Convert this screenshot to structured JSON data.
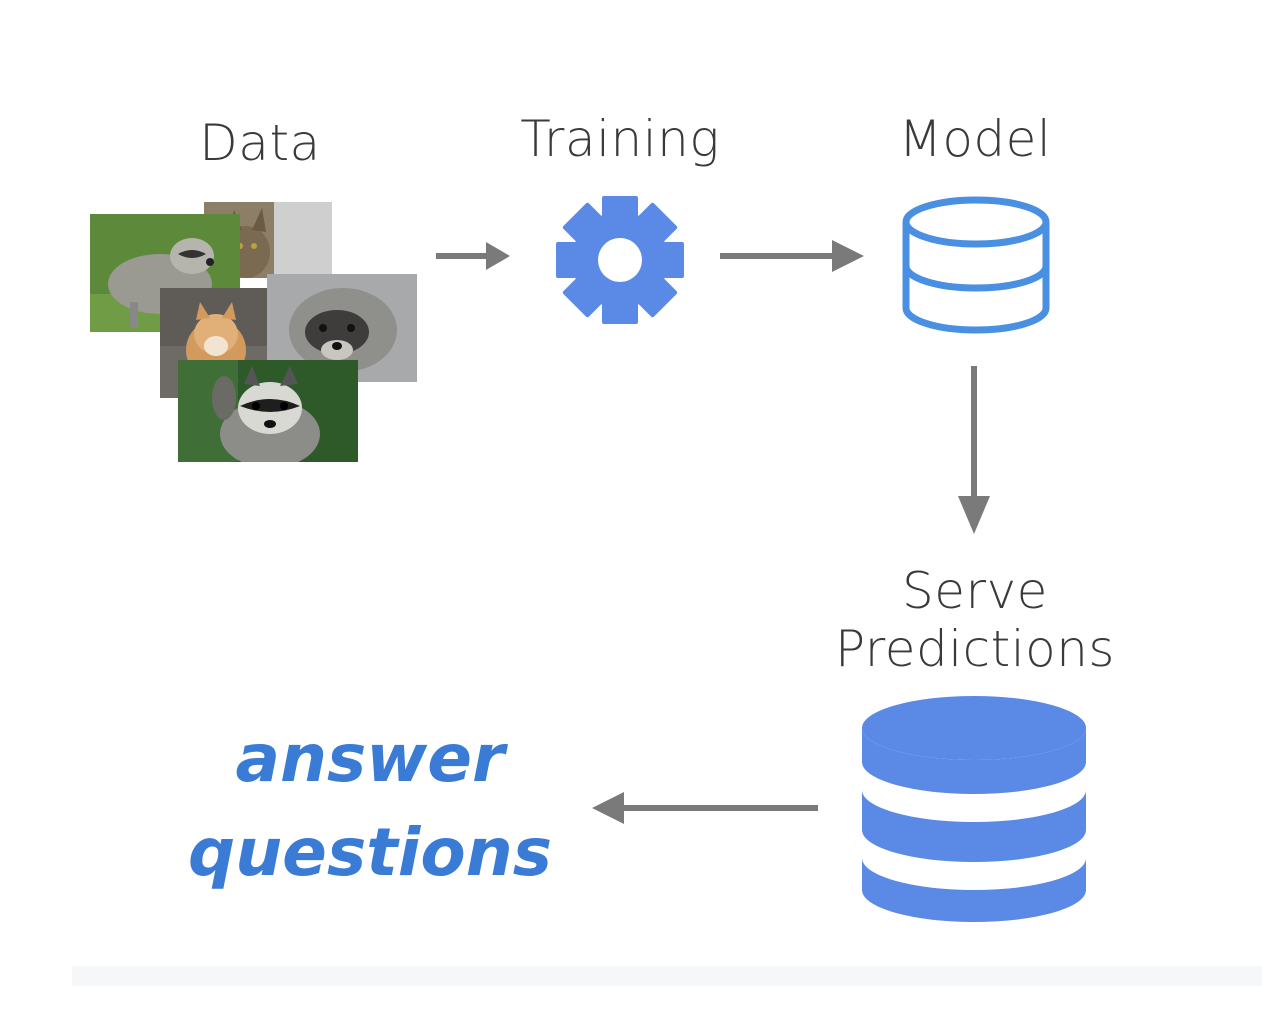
{
  "diagram": {
    "labels": {
      "data": "Data",
      "training": "Training",
      "model": "Model",
      "serve_line1": "Serve",
      "serve_line2": "Predictions"
    },
    "answer": {
      "line1": "answer",
      "line2": "questions"
    },
    "photos": [
      {
        "subject": "raccoon"
      },
      {
        "subject": "cat"
      },
      {
        "subject": "cat"
      },
      {
        "subject": "raccoon dog"
      },
      {
        "subject": "raccoon"
      }
    ],
    "colors": {
      "accent_blue": "#5b8ae6",
      "outline_blue": "#4a90e2",
      "text_blue": "#3a7bd5",
      "arrow_gray": "#7a7a7a",
      "label_gray": "#3a3a3a"
    },
    "icons": {
      "training": "gear-icon",
      "model": "database-outline-icon",
      "serve": "database-filled-icon"
    }
  }
}
